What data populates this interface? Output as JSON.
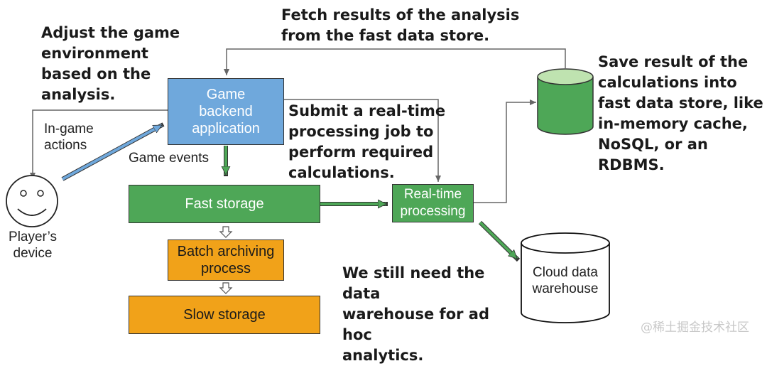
{
  "boxes": {
    "game_backend": "Game\nbackend\napplication",
    "fast_storage": "Fast storage",
    "realtime": "Real-time\nprocessing",
    "batch": "Batch archiving\nprocess",
    "slow_storage": "Slow storage",
    "cloud_dw": "Cloud data\nwarehouse"
  },
  "labels": {
    "in_game_actions": "In-game\nactions",
    "game_events": "Game events",
    "player_device": "Player’s\ndevice"
  },
  "notes": {
    "fetch": "Fetch results of the analysis\nfrom the fast data store.",
    "adjust": "Adjust the game\nenvironment\nbased on the\nanalysis.",
    "submit": "Submit a real-time\nprocessing job to\nperform required\ncalculations.",
    "save": "Save result of the\ncalculations into\nfast data store, like\nin-memory cache,\nNoSQL, or an RDBMS.",
    "warehouse": "We still need the data\nwarehouse for ad hoc\nanalytics."
  },
  "watermark": "@稀土掘金技术社区",
  "colors": {
    "blue_box": "#6fa8dc",
    "green_box": "#4ea757",
    "orange_box": "#f1a219",
    "line": "#666666"
  }
}
